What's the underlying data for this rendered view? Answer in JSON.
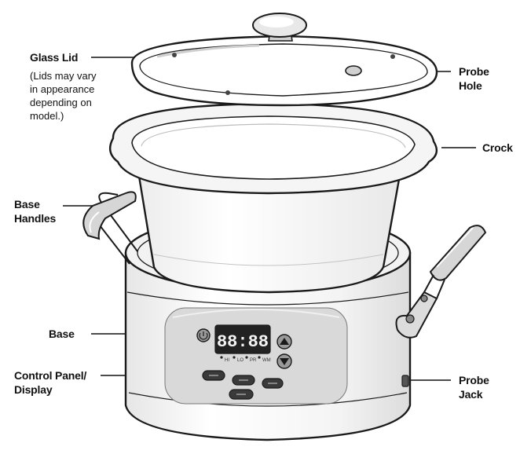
{
  "labels": {
    "glass_lid": "Glass Lid",
    "lid_note": [
      "(Lids may vary",
      "in appearance",
      "depending on",
      "model.)"
    ],
    "probe_hole": [
      "Probe",
      "Hole"
    ],
    "crock": "Crock",
    "base_handles": [
      "Base",
      "Handles"
    ],
    "base": "Base",
    "control_panel": [
      "Control Panel/",
      "Display"
    ],
    "probe_jack": [
      "Probe",
      "Jack"
    ]
  },
  "display": {
    "digits": "88:88",
    "indicators": [
      "HI",
      "LO",
      "PR",
      "WM"
    ]
  },
  "colors": {
    "outline": "#1a1a1a",
    "panel": "#d9d9d9",
    "display": "#222222",
    "background": "#ffffff"
  }
}
